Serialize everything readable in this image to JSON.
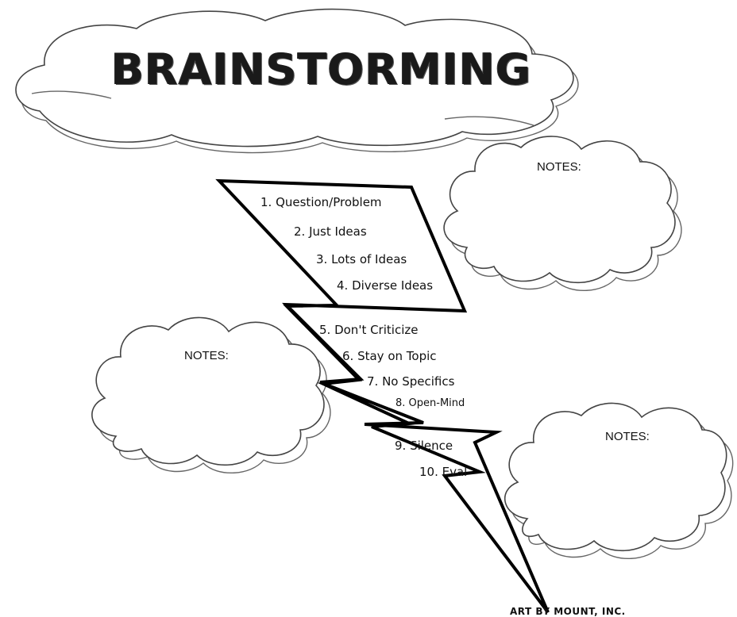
{
  "title": "BRAINSTORMING",
  "notes": [
    "NOTES:",
    "NOTES:",
    "NOTES:"
  ],
  "rules": [
    "1. Question/Problem",
    "2. Just Ideas",
    "3. Lots of Ideas",
    "4. Diverse Ideas",
    "5. Don't Criticize",
    "6. Stay on Topic",
    "7. No Specifics",
    "8. Open-Mind",
    "9. Silence",
    "10. Eval"
  ],
  "footer": "ART BY MOUNT, INC."
}
